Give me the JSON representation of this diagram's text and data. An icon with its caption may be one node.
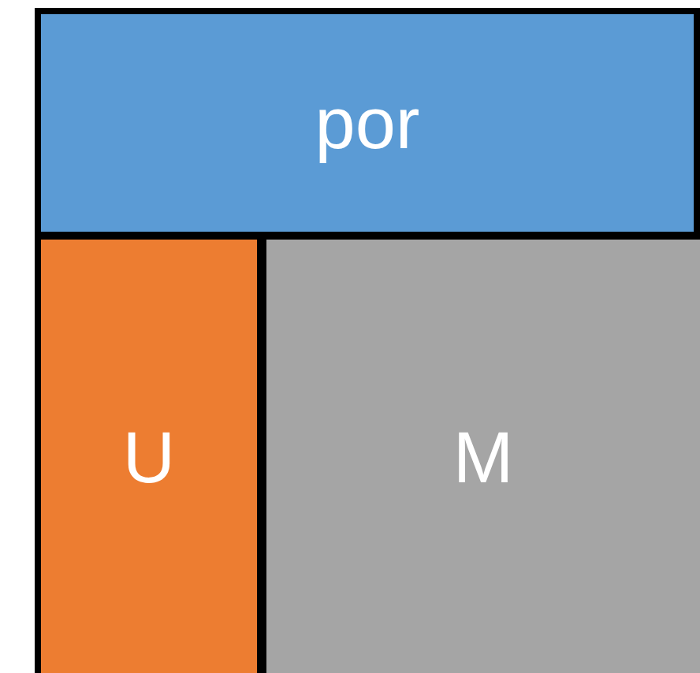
{
  "diagram": {
    "nodes": [
      {
        "text": [
          "por"
        ]
      },
      {
        "text": [
          "U"
        ]
      },
      {
        "text": [
          "M"
        ]
      }
    ]
  }
}
